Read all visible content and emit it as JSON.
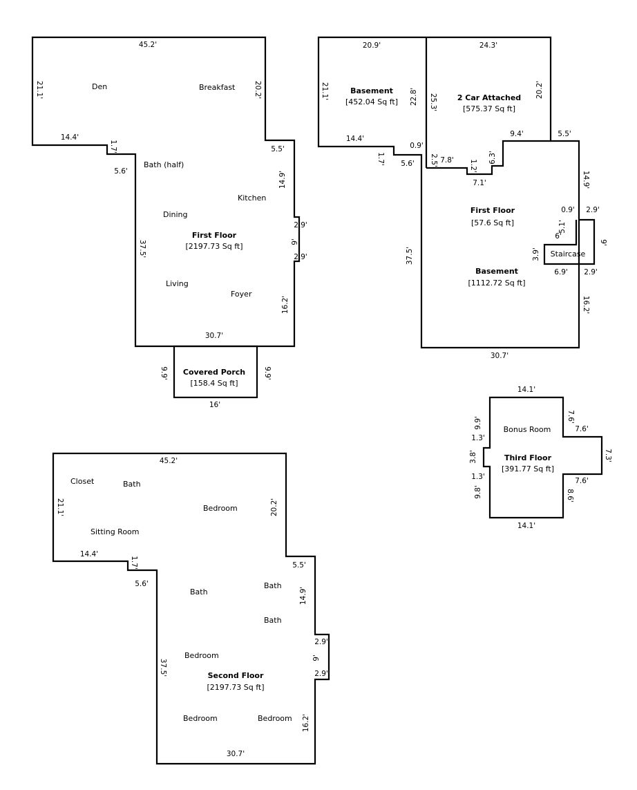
{
  "colors": {
    "wall": "#000000",
    "text": "#000000",
    "background": "#ffffff"
  },
  "first_floor": {
    "title": "First Floor",
    "area": "[2197.73 Sq ft]",
    "rooms": [
      "Den",
      "Breakfast",
      "Bath (half)",
      "Kitchen",
      "Dining",
      "Living",
      "Foyer"
    ],
    "dimensions": [
      "45.2'",
      "21.1'",
      "20.2'",
      "14.4'",
      "1.7'",
      "5.6'",
      "5.5'",
      "14.9'",
      "2.9'",
      "9'",
      "2.9'",
      "37.5'",
      "16.2'",
      "30.7'"
    ]
  },
  "covered_porch": {
    "title": "Covered Porch",
    "area": "[158.4 Sq ft]",
    "dimensions": [
      "9.9'",
      "9.9'",
      "16'"
    ]
  },
  "basement_level": {
    "basement_west": {
      "title": "Basement",
      "area": "[452.04 Sq ft]"
    },
    "garage": {
      "title": "2 Car Attached",
      "area": "[575.37 Sq ft]"
    },
    "first_floor_part": {
      "title": "First Floor",
      "area": "[57.6 Sq ft]"
    },
    "basement_main": {
      "title": "Basement",
      "area": "[1112.72 Sq ft]"
    },
    "staircase": "Staircase",
    "dimensions": [
      "20.9'",
      "24.3'",
      "21.1'",
      "22.8'",
      "25.3'",
      "20.2'",
      "14.4'",
      "1.7'",
      "5.6'",
      "0.9'",
      "2.5'",
      "7.8'",
      "1.2'",
      "6.3'",
      "9.4'",
      "5.5'",
      "7.1'",
      "14.9'",
      "0.9'",
      "2.9'",
      "6'",
      "5.1'",
      "9'",
      "3.9'",
      "6.9'",
      "2.9'",
      "37.5'",
      "16.2'",
      "30.7'"
    ]
  },
  "third_floor": {
    "title": "Third Floor",
    "area": "[391.77 Sq ft]",
    "rooms": [
      "Bonus Room"
    ],
    "dimensions": [
      "14.1'",
      "7.6'",
      "7.6'",
      "9.9'",
      "1.3'",
      "7.3'",
      "3.8'",
      "1.3'",
      "7.6'",
      "9.8'",
      "8.6'",
      "14.1'"
    ]
  },
  "second_floor": {
    "title": "Second Floor",
    "area": "[2197.73 Sq ft]",
    "rooms": [
      "Closet",
      "Bath",
      "Bedroom",
      "Sitting Room",
      "Bath",
      "Bath",
      "Bath",
      "Bedroom",
      "Bedroom",
      "Bedroom"
    ],
    "dimensions": [
      "45.2'",
      "21.1'",
      "20.2'",
      "14.4'",
      "1.7'",
      "5.6'",
      "5.5'",
      "14.9'",
      "2.9'",
      "9'",
      "2.9'",
      "37.5'",
      "16.2'",
      "30.7'"
    ]
  }
}
